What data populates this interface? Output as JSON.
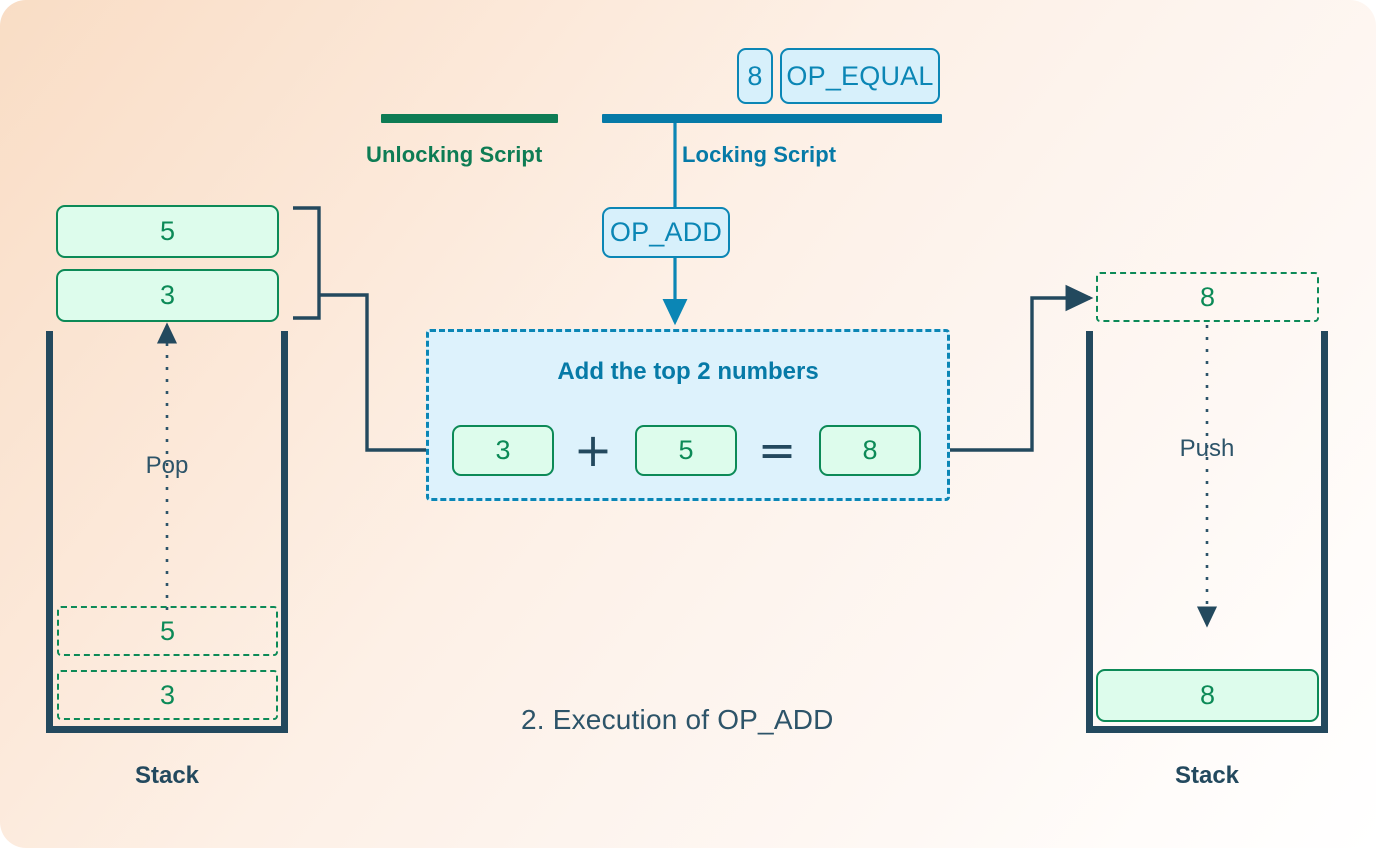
{
  "diagram": {
    "caption": "2. Execution of OP_ADD",
    "colors": {
      "green": "#0e7c54",
      "blue": "#067aa7",
      "navy": "#23495e",
      "chip_green_fill": "#ddfcec",
      "chip_blue_fill": "#d7f0fb",
      "panel_fill": "#ddf2fc",
      "background_from": "#f9ddc5",
      "background_to": "#ffffff"
    }
  },
  "scripts": {
    "unlocking": {
      "label": "Unlocking Script",
      "items": []
    },
    "locking": {
      "label": "Locking Script",
      "remaining_items": [
        {
          "value": "8"
        },
        {
          "value": "OP_EQUAL"
        }
      ],
      "executing_item": {
        "value": "OP_ADD"
      }
    }
  },
  "left_stack": {
    "caption": "Stack",
    "action": "Pop",
    "popped_items": [
      {
        "value": "5"
      },
      {
        "value": "3"
      }
    ],
    "ghost_items": [
      {
        "value": "5"
      },
      {
        "value": "3"
      }
    ]
  },
  "operation": {
    "title": "Add the top 2 numbers",
    "operand_a": "3",
    "operator": "+",
    "operand_b": "5",
    "equals": "=",
    "result": "8"
  },
  "right_stack": {
    "caption": "Stack",
    "action": "Push",
    "incoming_item": {
      "value": "8"
    },
    "items": [
      {
        "value": "8"
      }
    ]
  }
}
